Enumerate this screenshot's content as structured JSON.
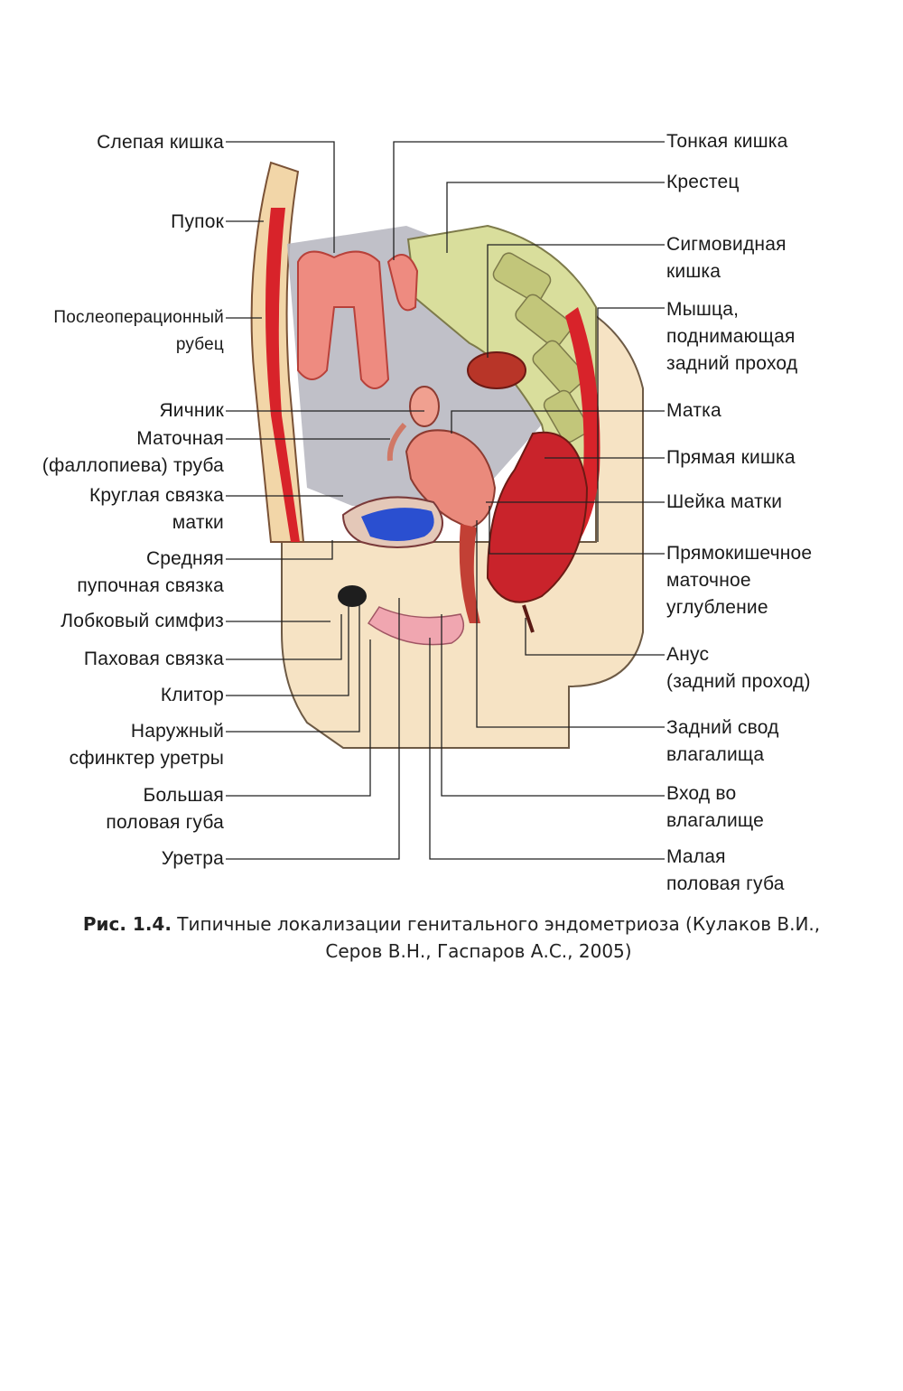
{
  "colors": {
    "peritoneum": "#b9b9c2",
    "muscle": "#d8232a",
    "skin": "#f4ddb7",
    "bone": "#d9de9c",
    "uterus": "#ea8a7c",
    "bladder": "#2a4fd0",
    "leader": "#222222"
  },
  "labels_left": [
    {
      "id": "cecum",
      "lines": [
        "Слепая кишка"
      ]
    },
    {
      "id": "navel",
      "lines": [
        "Пупок"
      ]
    },
    {
      "id": "scar",
      "lines": [
        "Послеоперационный",
        "рубец"
      ]
    },
    {
      "id": "ovary",
      "lines": [
        "Яичник"
      ]
    },
    {
      "id": "tube",
      "lines": [
        "Маточная",
        "(фаллопиева) труба"
      ]
    },
    {
      "id": "round_lig",
      "lines": [
        "Круглая связка",
        "матки"
      ]
    },
    {
      "id": "umb_lig",
      "lines": [
        "Средняя",
        "пупочная связка"
      ]
    },
    {
      "id": "symphysis",
      "lines": [
        "Лобковый симфиз"
      ]
    },
    {
      "id": "ing_lig",
      "lines": [
        "Паховая связка"
      ]
    },
    {
      "id": "clitoris",
      "lines": [
        "Клитор"
      ]
    },
    {
      "id": "sphincter",
      "lines": [
        "Наружный",
        "сфинктер уретры"
      ]
    },
    {
      "id": "labia_maj",
      "lines": [
        "Большая",
        "половая губа"
      ]
    },
    {
      "id": "urethra",
      "lines": [
        "Уретра"
      ]
    }
  ],
  "labels_right": [
    {
      "id": "small_int",
      "lines": [
        "Тонкая кишка"
      ]
    },
    {
      "id": "sacrum",
      "lines": [
        "Крестец"
      ]
    },
    {
      "id": "sigmoid",
      "lines": [
        "Сигмовидная",
        "кишка"
      ]
    },
    {
      "id": "levator",
      "lines": [
        "Мышца,",
        "поднимающая",
        "задний проход"
      ]
    },
    {
      "id": "uterus",
      "lines": [
        "Матка"
      ]
    },
    {
      "id": "rectum",
      "lines": [
        "Прямая кишка"
      ]
    },
    {
      "id": "cervix",
      "lines": [
        "Шейка матки"
      ]
    },
    {
      "id": "pouch",
      "lines": [
        "Прямокишечное",
        "маточное",
        "углубление"
      ]
    },
    {
      "id": "anus",
      "lines": [
        "Анус",
        "(задний проход)"
      ]
    },
    {
      "id": "fornix",
      "lines": [
        "Задний свод",
        "влагалища"
      ]
    },
    {
      "id": "vagina_ent",
      "lines": [
        "Вход во",
        "влагалище"
      ]
    },
    {
      "id": "labia_min",
      "lines": [
        "Малая",
        "половая губа"
      ]
    }
  ],
  "caption": {
    "fig": "Рис. 1.4.",
    "text1": " Типичные локализации генитального эндометриоза (Кулаков В.И.,",
    "text2": "Серов В.Н., Гаспаров А.С., 2005)"
  }
}
